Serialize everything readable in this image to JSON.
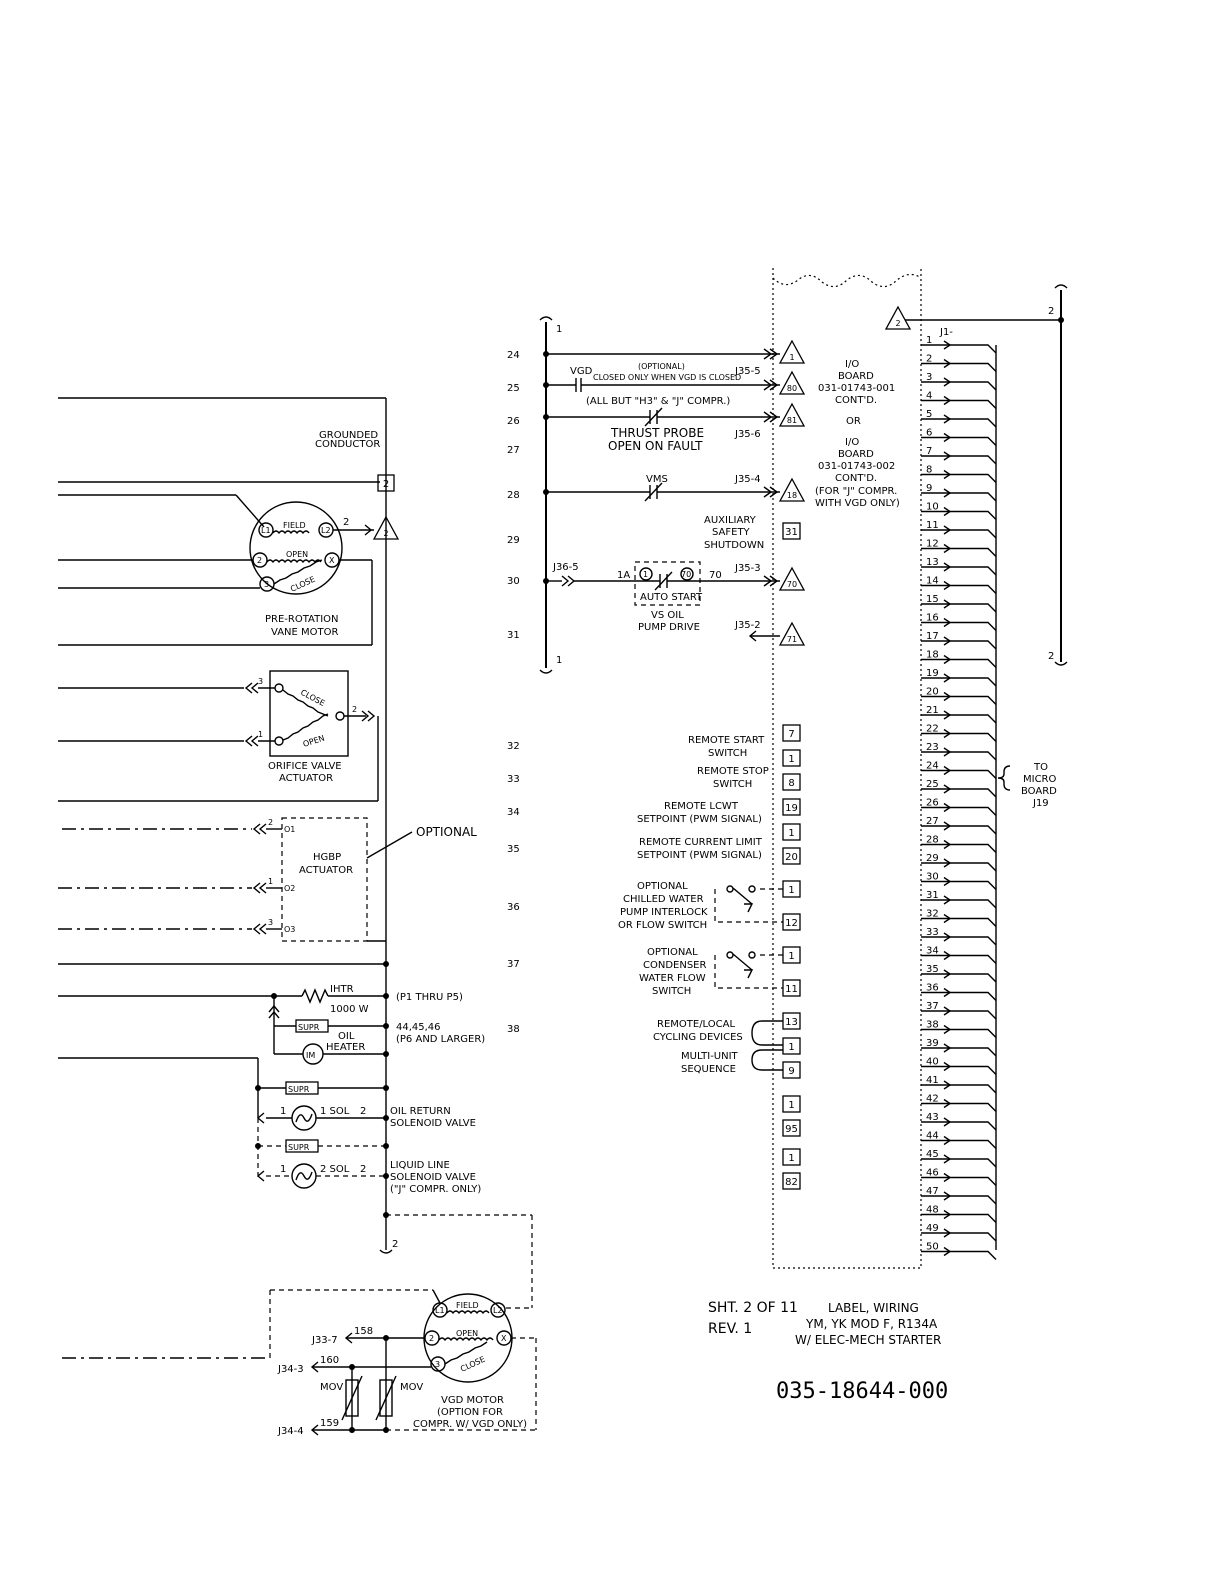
{
  "rungs": [
    "24",
    "25",
    "26",
    "27",
    "28",
    "29",
    "30",
    "31",
    "32",
    "33",
    "34",
    "35",
    "36",
    "37",
    "38"
  ],
  "io_board": {
    "line1": "I/O",
    "line2": "BOARD",
    "line3": "031-01743-001",
    "line4": "CONT'D.",
    "or": "OR",
    "line5": "I/O",
    "line6": "BOARD",
    "line7": "031-01743-002",
    "line8": "CONT'D.",
    "line9": "(FOR \"J\" COMPR.",
    "line10": "WITH VGD ONLY)"
  },
  "j1_header": "J1-",
  "j1_pins": [
    "1",
    "2",
    "3",
    "4",
    "5",
    "6",
    "7",
    "8",
    "9",
    "10",
    "11",
    "12",
    "13",
    "14",
    "15",
    "16",
    "17",
    "18",
    "19",
    "20",
    "21",
    "22",
    "23",
    "24",
    "25",
    "26",
    "27",
    "28",
    "29",
    "30",
    "31",
    "32",
    "33",
    "34",
    "35",
    "36",
    "37",
    "38",
    "39",
    "40",
    "41",
    "42",
    "43",
    "44",
    "45",
    "46",
    "47",
    "48",
    "49",
    "50"
  ],
  "to_micro": [
    "TO",
    "MICRO",
    "BOARD",
    "J19"
  ],
  "bus_marks": {
    "top_one": "1",
    "bottom_one": "1",
    "right_top_two": "2",
    "right_bottom_two": "2",
    "left_bottom_two": "2"
  },
  "terminals": [
    "7",
    "1",
    "8",
    "19",
    "1",
    "20",
    "1",
    "12",
    "1",
    "11",
    "13",
    "1",
    "9",
    "1",
    "95",
    "1",
    "82",
    "31"
  ],
  "triangles": [
    "1",
    "80",
    "81",
    "18",
    "70",
    "71",
    "2",
    "2"
  ],
  "connectors": {
    "j35_5": "J35-5",
    "j35_6": "J35-6",
    "j35_4": "J35-4",
    "j35_3": "J35-3",
    "j35_2": "J35-2",
    "j36_5": "J36-5",
    "j33_7": "J33-7",
    "j34_3": "J34-3",
    "j34_4": "J34-4"
  },
  "labels": {
    "vgd": "VGD",
    "optional_small": "(OPTIONAL)",
    "closed_vgd": "CLOSED ONLY WHEN VGD IS CLOSED",
    "all_but": "(ALL BUT \"H3\" & \"J\" COMPR.)",
    "thrust1": "THRUST PROBE",
    "thrust2": "OPEN ON FAULT",
    "vms": "VMS",
    "aux1": "AUXILIARY",
    "aux2": "SAFETY",
    "aux3": "SHUTDOWN",
    "wire_1a": "1A",
    "wire_70": "70",
    "contact_1": "1",
    "contact_70": "70",
    "auto_start": "AUTO START",
    "vs_oil1": "VS OIL",
    "vs_oil2": "PUMP DRIVE",
    "remote_start1": "REMOTE START",
    "remote_start2": "SWITCH",
    "remote_stop1": "REMOTE STOP",
    "remote_stop2": "SWITCH",
    "lcwt1": "REMOTE LCWT",
    "lcwt2": "SETPOINT (PWM SIGNAL)",
    "rcl1": "REMOTE CURRENT LIMIT",
    "rcl2": "SETPOINT (PWM SIGNAL)",
    "cw1": "OPTIONAL",
    "cw2": "CHILLED WATER",
    "cw3": "PUMP INTERLOCK",
    "cw4": "OR FLOW SWITCH",
    "cd1": "OPTIONAL",
    "cd2": "CONDENSER",
    "cd3": "WATER FLOW",
    "cd4": "SWITCH",
    "rl1": "REMOTE/LOCAL",
    "rl2": "CYCLING DEVICES",
    "mu1": "MULTI-UNIT",
    "mu2": "SEQUENCE",
    "grounded1": "GROUNDED",
    "grounded2": "CONDUCTOR",
    "field": "FIELD",
    "open": "OPEN",
    "close": "CLOSE",
    "l1": "L1",
    "l2": "L2",
    "x": "X",
    "t2": "2",
    "t3": "3",
    "wire_2": "2",
    "prv1": "PRE-ROTATION",
    "prv2": "VANE MOTOR",
    "ov1": "ORIFICE VALVE",
    "ov2": "ACTUATOR",
    "ov_3": "3",
    "ov_1": "1",
    "ov_2": "2",
    "optional": "OPTIONAL",
    "hgbp1": "HGBP",
    "hgbp2": "ACTUATOR",
    "hg_2": "2",
    "hg_1": "1",
    "hg_3": "3",
    "hg_o1": "O1",
    "hg_o2": "O2",
    "hg_o3": "O3",
    "ihtr": "IHTR",
    "w1000": "1000 W",
    "p1p5": "(P1 THRU P5)",
    "supr": "SUPR",
    "im": "IM",
    "oil1": "OIL",
    "oil2": "HEATER",
    "p6a": "44,45,46",
    "p6b": "(P6 AND LARGER)",
    "sol1": "1 SOL",
    "sol2": "2 SOL",
    "sol_1": "1",
    "sol_2": "2",
    "oilret1": "OIL RETURN",
    "oilret2": "SOLENOID VALVE",
    "liq1": "LIQUID LINE",
    "liq2": "SOLENOID VALVE",
    "liq3": "(\"J\" COMPR. ONLY)",
    "w158": "158",
    "w160": "160",
    "w159": "159",
    "mov": "MOV",
    "vgd1": "VGD MOTOR",
    "vgd2": "(OPTION FOR",
    "vgd3": "COMPR. W/ VGD ONLY)"
  },
  "title_block": {
    "sheet": "SHT. 2 OF 11",
    "rev": "REV.  1",
    "label": "LABEL, WIRING",
    "model": "YM, YK MOD F, R134A",
    "starter": "W/ ELEC-MECH STARTER",
    "drawing_number": "035-18644-000"
  }
}
